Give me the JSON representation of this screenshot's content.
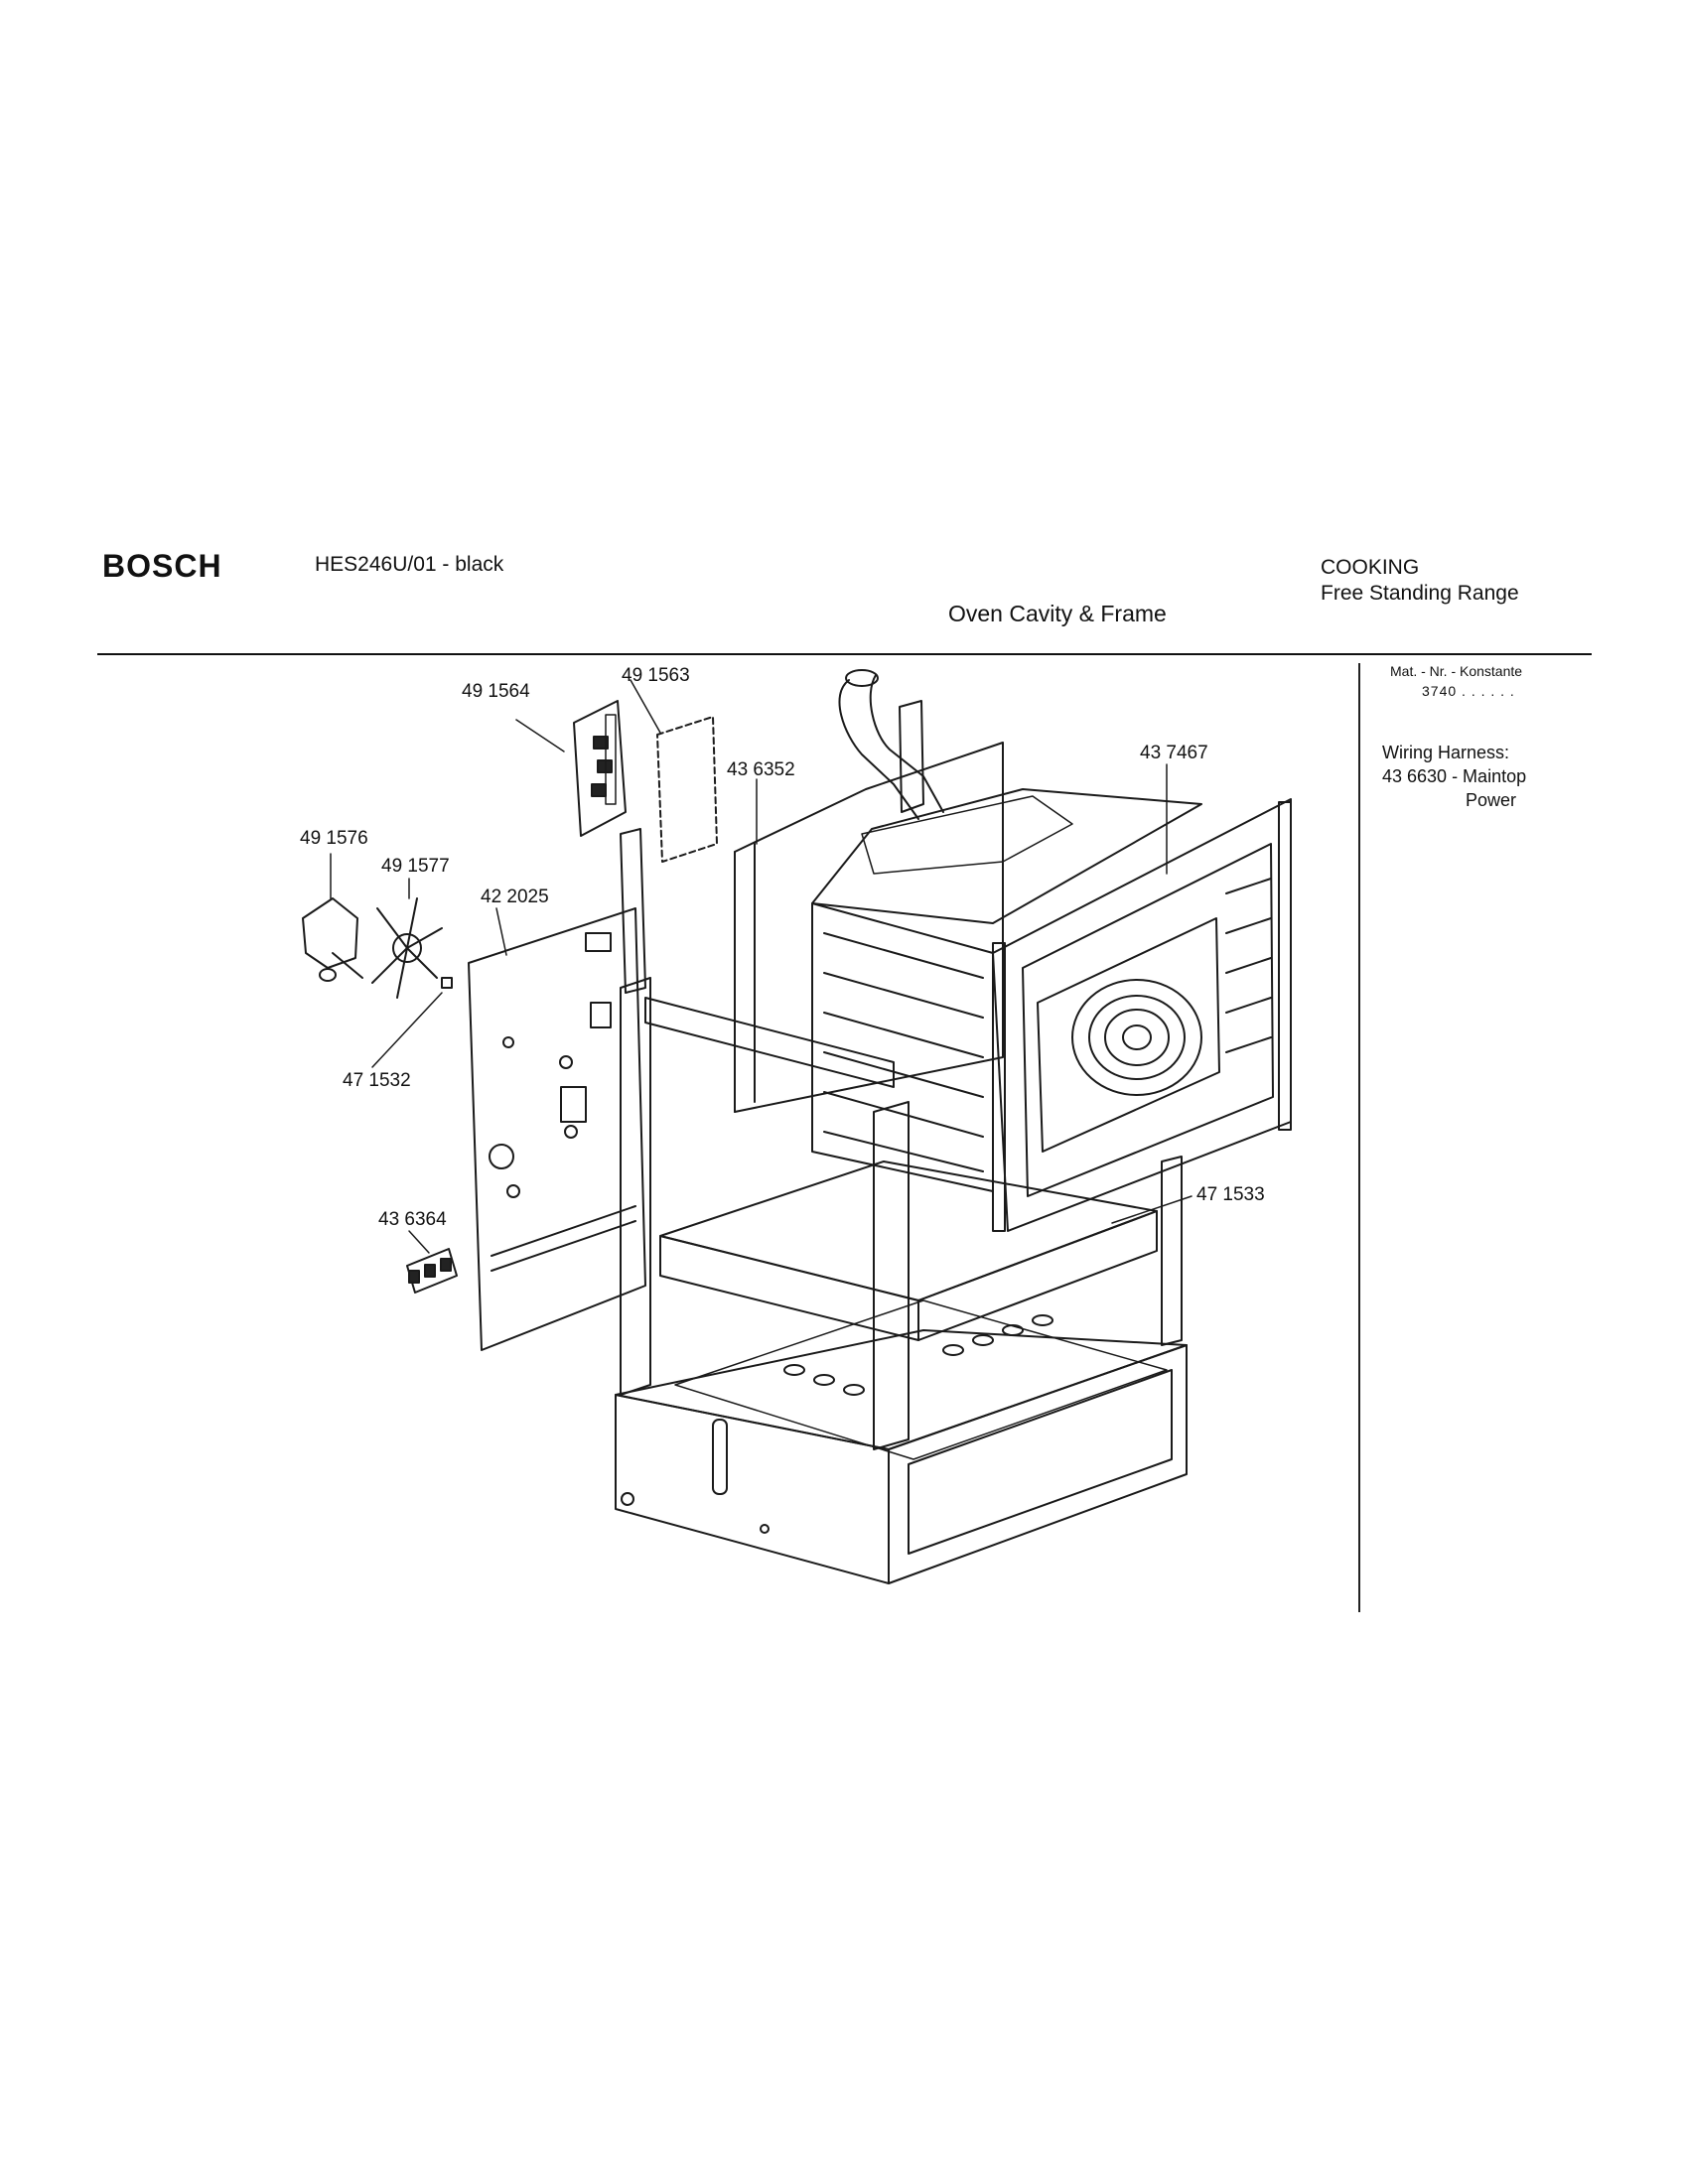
{
  "header": {
    "brand": "BOSCH",
    "model": "HES246U/01 - black",
    "category": "COOKING",
    "product_type": "Free Standing Range",
    "page_title": "Oven Cavity & Frame"
  },
  "sidebar": {
    "mat_label": "Mat. - Nr. - Konstante",
    "mat_value": "3740 . . . . . .",
    "harness_label": "Wiring Harness:",
    "harness_item": "43 6630 - Maintop",
    "harness_item_2": "Power"
  },
  "parts": [
    {
      "id": "p1",
      "label": "49 1564"
    },
    {
      "id": "p2",
      "label": "49 1563"
    },
    {
      "id": "p3",
      "label": "43 6352"
    },
    {
      "id": "p4",
      "label": "43 7467"
    },
    {
      "id": "p5",
      "label": "49 1576"
    },
    {
      "id": "p6",
      "label": "49 1577"
    },
    {
      "id": "p7",
      "label": "42 2025"
    },
    {
      "id": "p8",
      "label": "47 1532"
    },
    {
      "id": "p9",
      "label": "43 6364"
    },
    {
      "id": "p10",
      "label": "47 1533"
    }
  ]
}
